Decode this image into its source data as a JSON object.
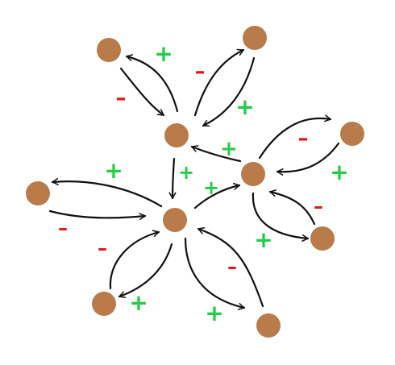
{
  "colors": {
    "background": "#ffffff",
    "node_fill": "#b97b4a",
    "arrow": "#111111",
    "positive_sign": "#22cc44",
    "negative_sign": "#e01b1b"
  },
  "nodes": [
    {
      "id": "hub-upper"
    },
    {
      "id": "hub-center"
    },
    {
      "id": "hub-right"
    },
    {
      "id": "node-top-left"
    },
    {
      "id": "node-top-right"
    },
    {
      "id": "node-left"
    },
    {
      "id": "node-right"
    },
    {
      "id": "node-bottom-right-small"
    },
    {
      "id": "node-bottom-left"
    },
    {
      "id": "node-bottom"
    }
  ],
  "signs": [
    {
      "text": "+",
      "kind": "positive"
    },
    {
      "text": "–",
      "kind": "negative"
    },
    {
      "text": "–",
      "kind": "negative"
    },
    {
      "text": "+",
      "kind": "positive"
    },
    {
      "text": "+",
      "kind": "positive"
    },
    {
      "text": "+",
      "kind": "positive"
    },
    {
      "text": "+",
      "kind": "positive"
    },
    {
      "text": "+",
      "kind": "positive"
    },
    {
      "text": "–",
      "kind": "negative"
    },
    {
      "text": "+",
      "kind": "positive"
    },
    {
      "text": "–",
      "kind": "negative"
    },
    {
      "text": "+",
      "kind": "positive"
    },
    {
      "text": "–",
      "kind": "negative"
    },
    {
      "text": "–",
      "kind": "negative"
    },
    {
      "text": "–",
      "kind": "negative"
    },
    {
      "text": "+",
      "kind": "positive"
    },
    {
      "text": "–",
      "kind": "negative"
    },
    {
      "text": "+",
      "kind": "positive"
    }
  ]
}
